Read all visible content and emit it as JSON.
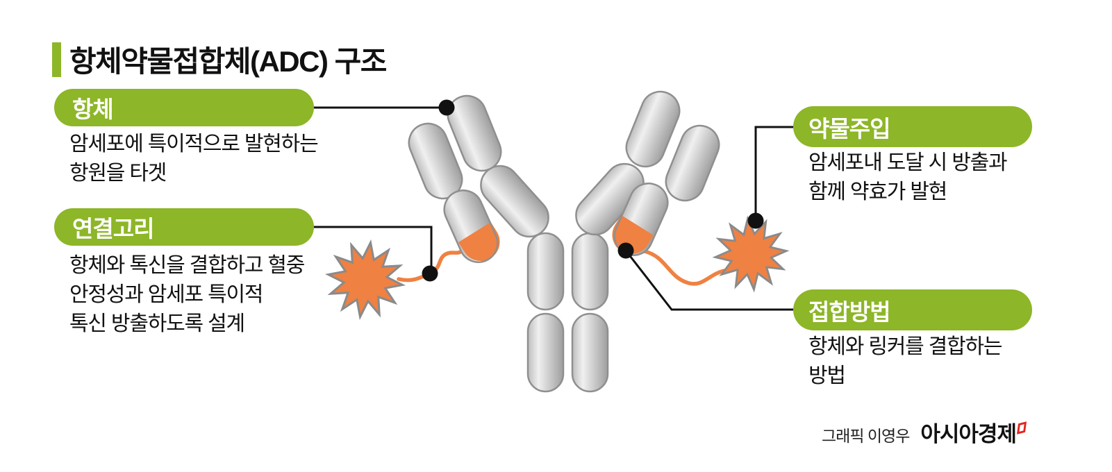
{
  "title": "항체약물접합체(ADC) 구조",
  "callouts": [
    {
      "id": "antibody",
      "label": "항체",
      "desc_lines": [
        "암세포에 특이적으로 발현하는",
        "항원을 타겟"
      ]
    },
    {
      "id": "linker",
      "label": "연결고리",
      "desc_lines": [
        "항체와 톡신을 결합하고 혈중",
        "안정성과 암세포 특이적",
        "톡신 방출하도록 설계"
      ]
    },
    {
      "id": "drug-release",
      "label": "약물주입",
      "desc_lines": [
        "암세포내 도달 시 방출과",
        "함께 약효가 발현"
      ]
    },
    {
      "id": "conjugation",
      "label": "접합방법",
      "desc_lines": [
        "항체와 링커를 결합하는",
        "방법"
      ]
    }
  ],
  "credit": {
    "graphic_by": "그래픽 이영우",
    "brand": "아시아경제"
  },
  "icons": {
    "starburst": "drug-payload-starburst",
    "antibody": "antibody-y-shape",
    "brand_mark": "asiae-logo-mark"
  },
  "colors": {
    "accent_green": "#8DB628",
    "accent_orange": "#EF8142",
    "capsule_gray_light": "#EFEFEF",
    "capsule_gray_dark": "#9E9E9E",
    "capsule_stroke": "#8F8F8F",
    "line_black": "#111111",
    "label_text_white": "#FFFFFF",
    "brand_red": "#E3231E"
  }
}
